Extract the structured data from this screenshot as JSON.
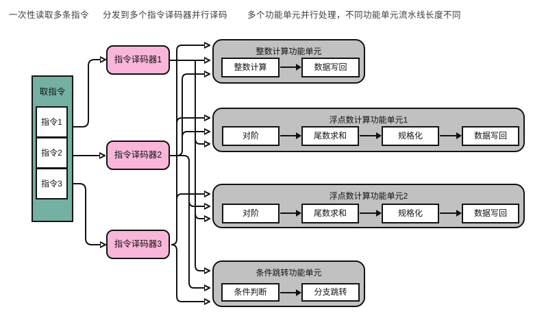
{
  "annotations": {
    "fetch": "一次性读取多条指令",
    "decode": "分发到多个指令译码器并行译码",
    "execute": "多个功能单元并行处理，不同功能单元流水线长度不同"
  },
  "fetch_unit": {
    "title": "取指令",
    "instructions": [
      "指令1",
      "指令2",
      "指令3"
    ]
  },
  "decoders": [
    "指令译码器1",
    "指令译码器2",
    "指令译码器3"
  ],
  "functional_units": [
    {
      "title": "整数计算功能单元",
      "stages": [
        "整数计算",
        "数据写回"
      ]
    },
    {
      "title": "浮点数计算功能单元1",
      "stages": [
        "对阶",
        "尾数求和",
        "规格化",
        "数据写回"
      ]
    },
    {
      "title": "浮点数计算功能单元2",
      "stages": [
        "对阶",
        "尾数求和",
        "规格化",
        "数据写回"
      ]
    },
    {
      "title": "条件跳转功能单元",
      "stages": [
        "条件判断",
        "分支跳转"
      ]
    }
  ],
  "colors": {
    "fetch_fill": "#74b1a4",
    "decoder_fill": "#f9b6d9",
    "unit_fill": "#c1c1c1",
    "stage_fill": "#ffffff",
    "line": "#111111"
  }
}
